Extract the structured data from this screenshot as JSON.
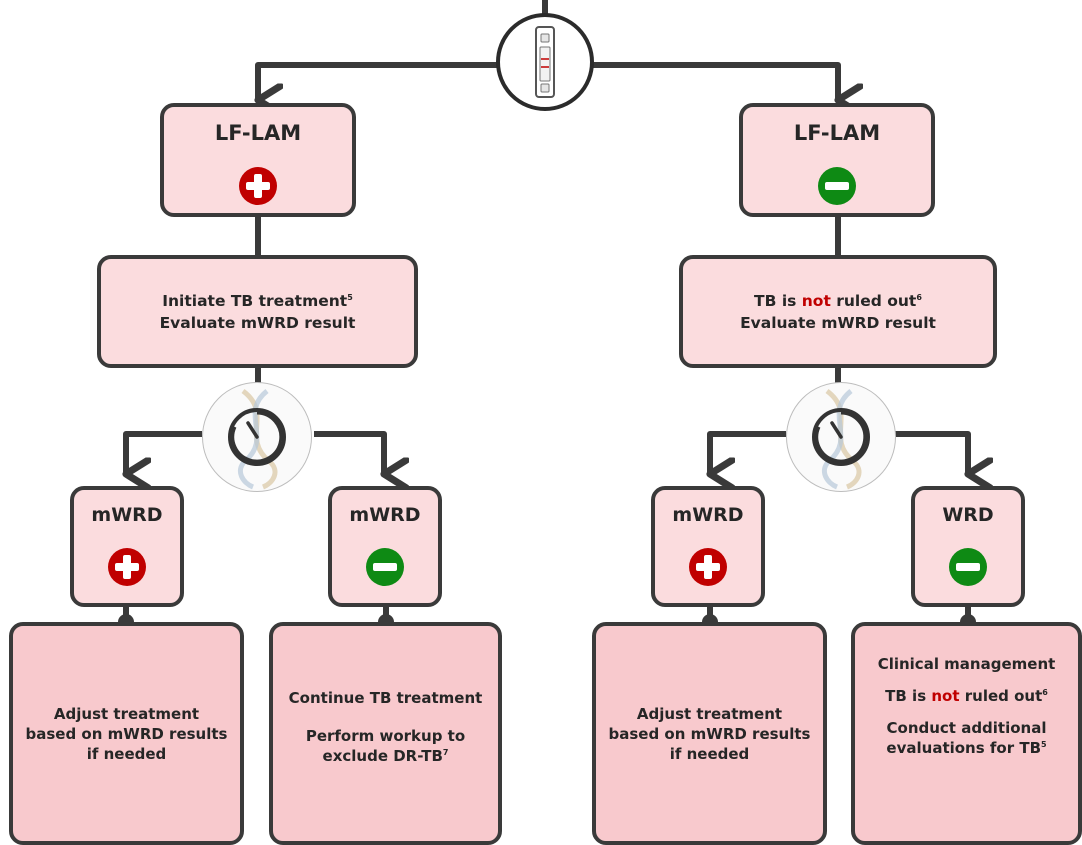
{
  "left": {
    "test": {
      "title": "LF-LAM",
      "sign": "plus"
    },
    "action": {
      "line1": "Initiate TB treatment",
      "line1_ref": "5",
      "line2": "Evaluate mWRD result"
    },
    "branch_pos": {
      "test": {
        "title": "mWRD",
        "sign": "plus"
      },
      "result": {
        "line1": "Adjust treatment",
        "line2": "based on mWRD results",
        "line3": "if needed"
      }
    },
    "branch_neg": {
      "test": {
        "title": "mWRD",
        "sign": "minus"
      },
      "result": {
        "line1": "Continue TB treatment",
        "line2": "Perform workup to",
        "line3": "exclude DR-TB",
        "line3_ref": "7"
      }
    }
  },
  "right": {
    "test": {
      "title": "LF-LAM",
      "sign": "minus"
    },
    "action": {
      "line1_a": "TB is ",
      "line1_red": "not",
      "line1_b": " ruled out",
      "line1_ref": "6",
      "line2": "Evaluate mWRD result"
    },
    "branch_pos": {
      "test": {
        "title": "mWRD",
        "sign": "plus"
      },
      "result": {
        "line1": "Adjust treatment",
        "line2": "based on mWRD results",
        "line3": "if needed"
      }
    },
    "branch_neg": {
      "test": {
        "title": "WRD",
        "sign": "minus"
      },
      "result": {
        "line1": "Clinical management",
        "line2_a": "TB is ",
        "line2_red": "not",
        "line2_b": " ruled out",
        "line2_ref": "6",
        "line3": "Conduct additional",
        "line4": "evaluations for TB",
        "line4_ref": "5"
      }
    }
  },
  "icons": {
    "top": "lateral-flow-test-strip-icon",
    "molecular": "dna-timer-icon"
  },
  "colors": {
    "box_fill": "#fbdcde",
    "result_fill": "#f8c9cd",
    "border": "#3a3a3a",
    "positive": "#c00000",
    "negative": "#0e8a14",
    "emphasis": "#c00000"
  }
}
